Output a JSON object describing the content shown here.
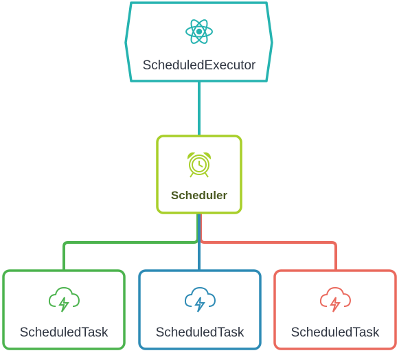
{
  "nodes": {
    "executor": {
      "label": "ScheduledExecutor",
      "color": "#26b3b0",
      "icon": "atom-icon"
    },
    "scheduler": {
      "label": "Scheduler",
      "color": "#a8cf2a",
      "icon": "alarm-clock-icon"
    },
    "task_left": {
      "label": "ScheduledTask",
      "color": "#4cb34e",
      "icon": "cloud-lightning-icon"
    },
    "task_middle": {
      "label": "ScheduledTask",
      "color": "#2e8bb5",
      "icon": "cloud-lightning-icon"
    },
    "task_right": {
      "label": "ScheduledTask",
      "color": "#ea6a5e",
      "icon": "cloud-lightning-icon"
    }
  },
  "edges": [
    {
      "from": "executor",
      "to": "scheduler",
      "color": "#26b3b0"
    },
    {
      "from": "scheduler",
      "to": "task_left",
      "color": "#4cb34e"
    },
    {
      "from": "scheduler",
      "to": "task_middle",
      "color": "#2e8bb5"
    },
    {
      "from": "scheduler",
      "to": "task_right",
      "color": "#ea6a5e"
    }
  ]
}
